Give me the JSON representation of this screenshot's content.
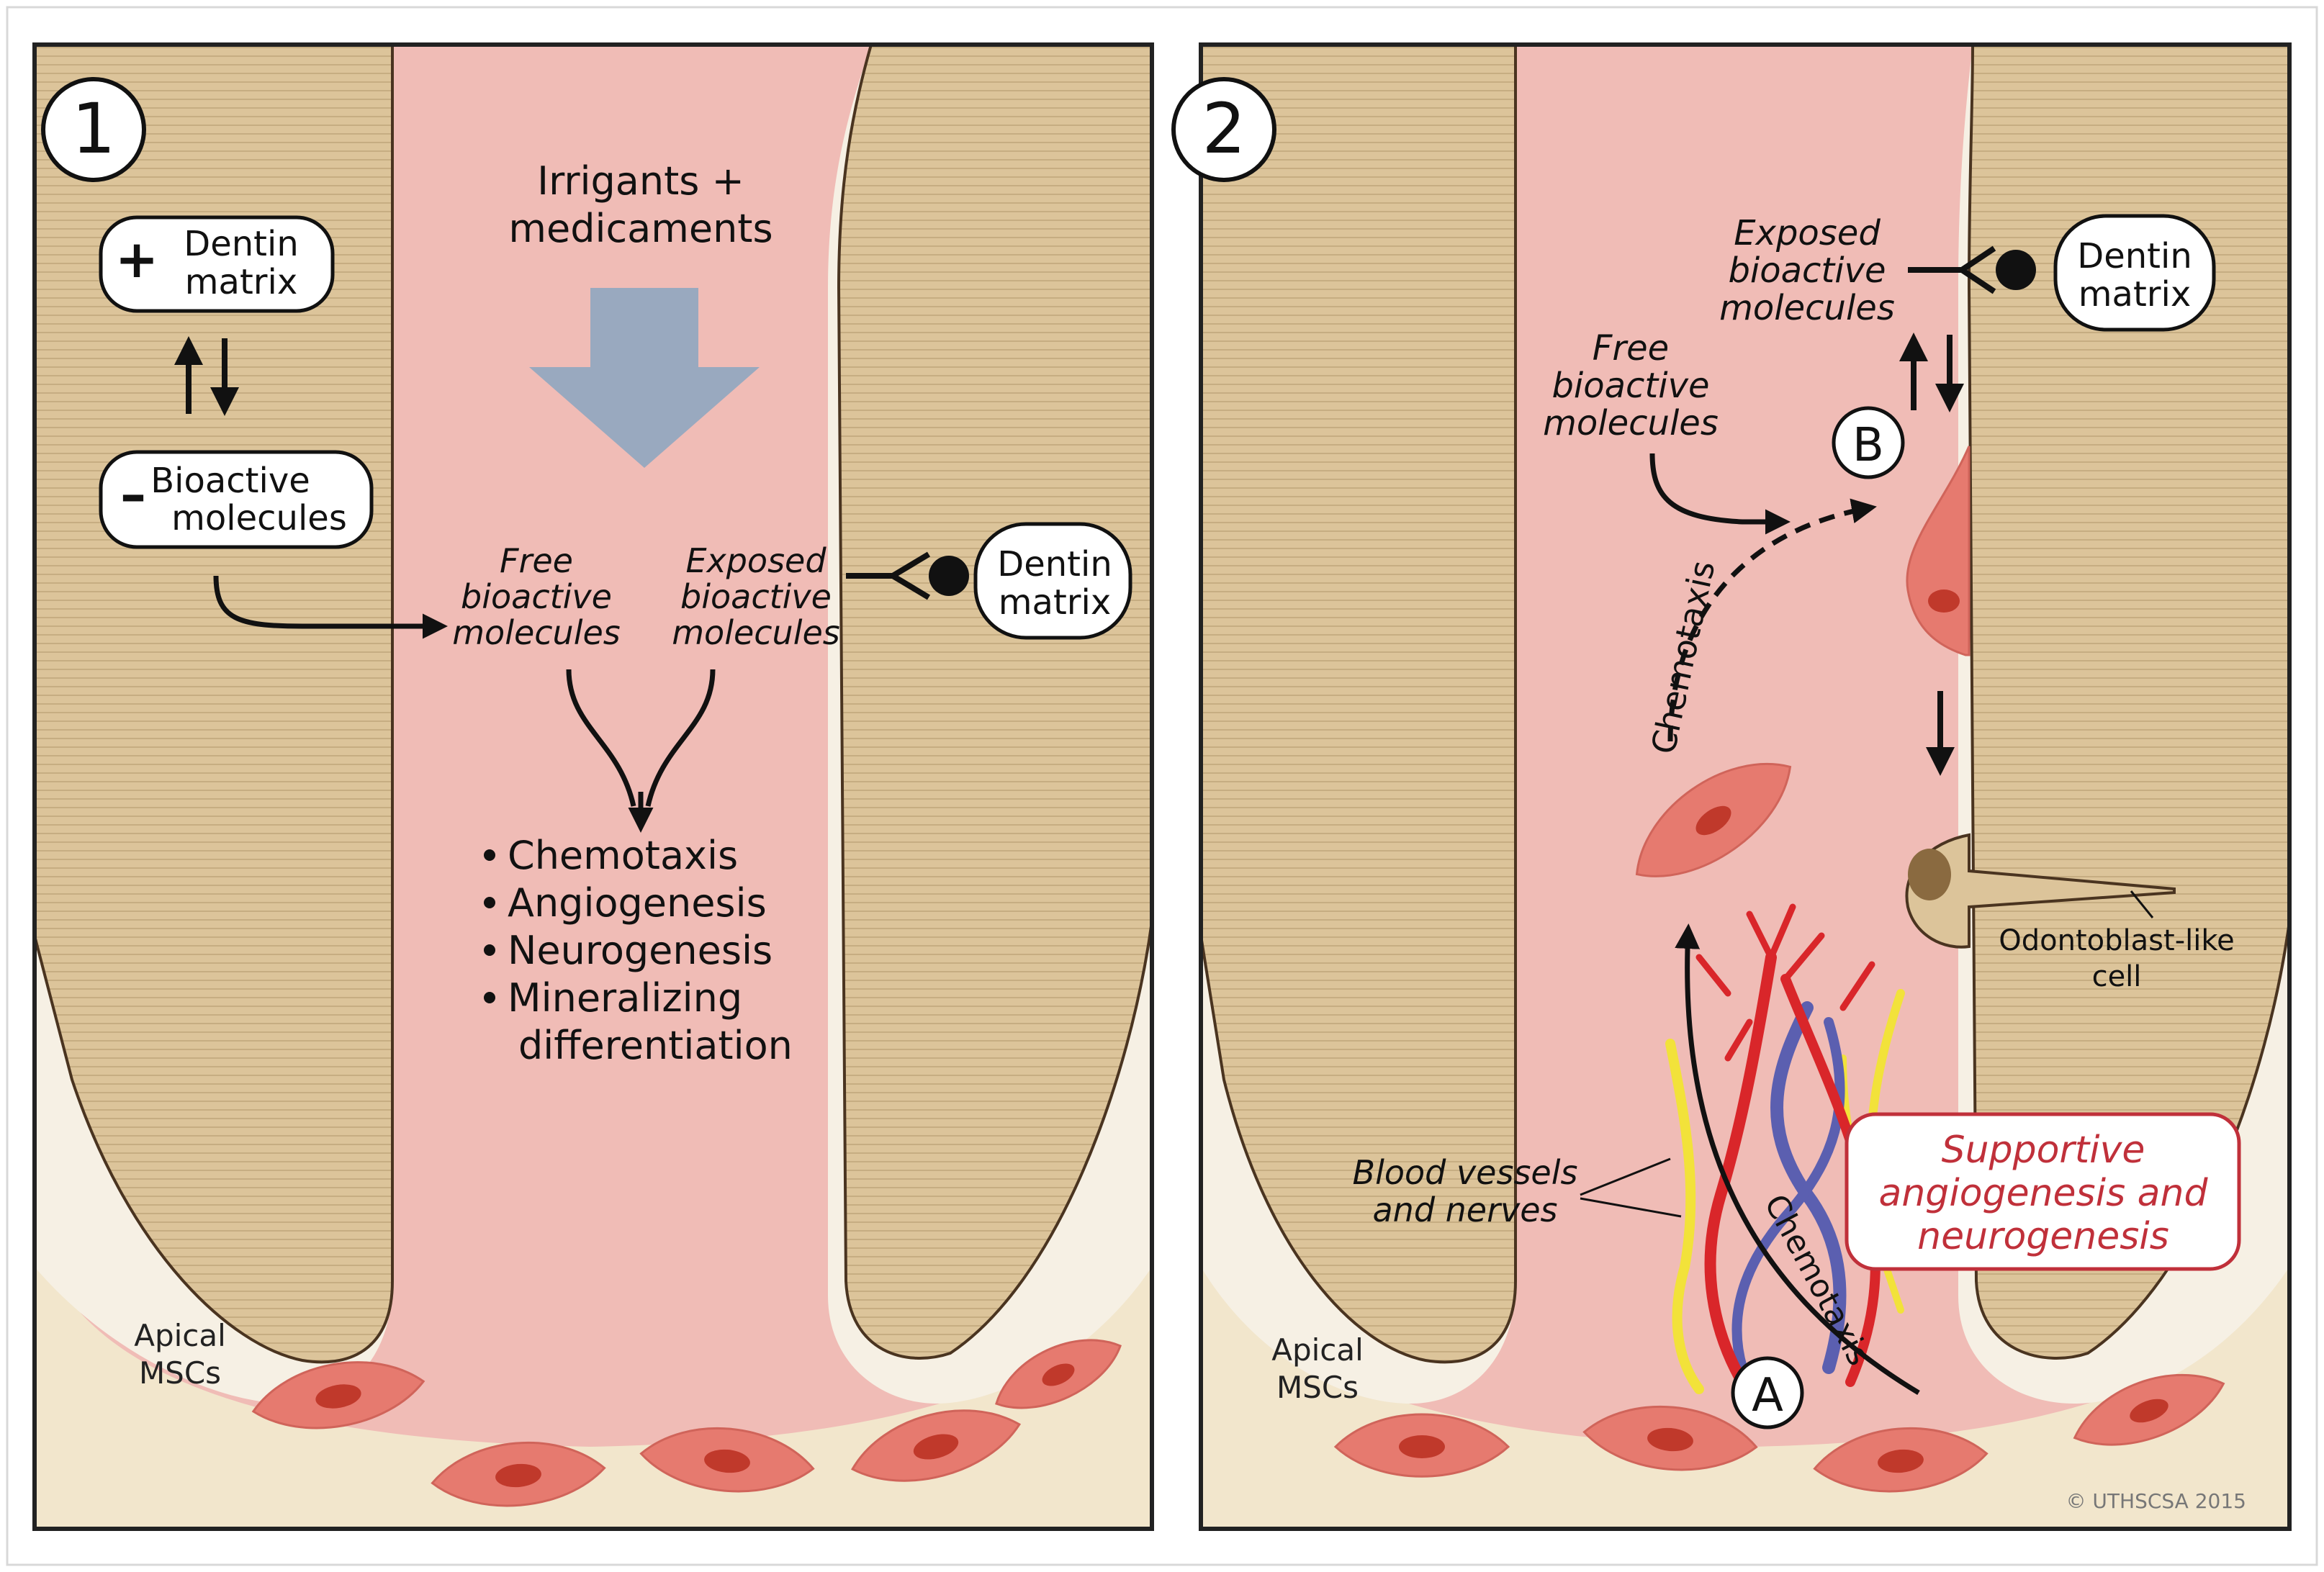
{
  "panel1": {
    "number": "1",
    "plus_sign": "+",
    "minus_sign": "–",
    "dentin_matrix": [
      "Dentin",
      "matrix"
    ],
    "bioactive_molecules": [
      "Bioactive",
      "molecules"
    ],
    "irrigants": [
      "Irrigants +",
      "medicaments"
    ],
    "free_bioactive": [
      "Free",
      "bioactive",
      "molecules"
    ],
    "exposed_bioactive": [
      "Exposed",
      "bioactive",
      "molecules"
    ],
    "dentin_matrix_right": [
      "Dentin",
      "matrix"
    ],
    "effects": [
      "Chemotaxis",
      "Angiogenesis",
      "Neurogenesis",
      "Mineralizing",
      "differentiation"
    ],
    "apical_mscs": [
      "Apical",
      "MSCs"
    ]
  },
  "panel2": {
    "number": "2",
    "exposed_bioactive": [
      "Exposed",
      "bioactive",
      "molecules"
    ],
    "dentin_matrix": [
      "Dentin",
      "matrix"
    ],
    "free_bioactive": [
      "Free",
      "bioactive",
      "molecules"
    ],
    "marker_b": "B",
    "marker_a": "A",
    "chemotaxis_upper": "Chemotaxis",
    "chemotaxis_lower": "Chemotaxis",
    "odontoblast": [
      "Odontoblast-like",
      "cell"
    ],
    "vessels": [
      "Blood vessels",
      "and nerves"
    ],
    "supportive": [
      "Supportive",
      "angiogenesis and",
      "neurogenesis"
    ],
    "apical_mscs": [
      "Apical",
      "MSCs"
    ],
    "copyright": "© UTHSCSA 2015"
  },
  "colors": {
    "dentin": "#dcc49a",
    "pulp": "#f0bcb6",
    "cell": "#e67a6f",
    "nucleus": "#c0392b",
    "gray_arrow": "#8fa6c0",
    "artery": "#d9262a",
    "vein": "#5b5fb0",
    "nerve": "#f2e23a",
    "callout": "#c0303a"
  }
}
